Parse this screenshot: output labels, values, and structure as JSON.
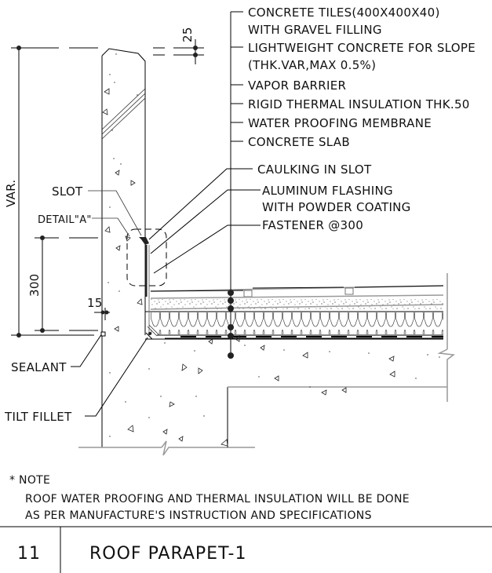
{
  "drawing": {
    "layer_labels": [
      {
        "lines": [
          "CONCRETE TILES(400X400X40)",
          "WITH GRAVEL FILLING"
        ]
      },
      {
        "lines": [
          "LIGHTWEIGHT CONCRETE FOR SLOPE",
          "(THK.VAR,MAX 0.5%)"
        ]
      },
      {
        "lines": [
          "VAPOR BARRIER"
        ]
      },
      {
        "lines": [
          "RIGID THERMAL INSULATION THK.50"
        ]
      },
      {
        "lines": [
          "WATER PROOFING MEMBRANE"
        ]
      },
      {
        "lines": [
          "CONCRETE SLAB"
        ]
      }
    ],
    "detail_labels": [
      {
        "lines": [
          "CAULKING IN SLOT"
        ]
      },
      {
        "lines": [
          "ALUMINUM FLASHING",
          "WITH POWDER COATING"
        ]
      },
      {
        "lines": [
          "FASTENER @300"
        ]
      }
    ],
    "left_labels": {
      "slot": "SLOT",
      "detail_a": "DETAIL\"A\"",
      "sealant": "SEALANT",
      "tilt_fillet": "TILT FILLET"
    },
    "dimensions": {
      "top_offset": "25",
      "overall_height": "VAR.",
      "flashing_height": "300",
      "sealant_gap": "15"
    }
  },
  "note": {
    "heading": "* NOTE",
    "lines": [
      "ROOF WATER PROOFING AND THERMAL INSULATION WILL BE DONE",
      "AS PER MANUFACTURE'S INSTRUCTION AND SPECIFICATIONS"
    ]
  },
  "title_block": {
    "number": "11",
    "title": "ROOF PARAPET-1"
  }
}
